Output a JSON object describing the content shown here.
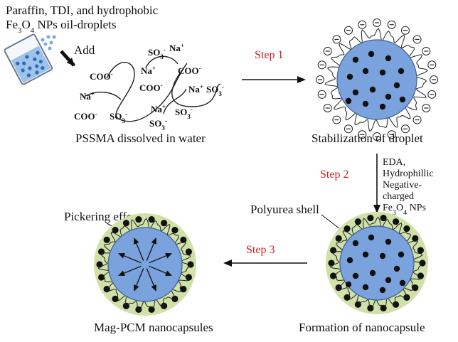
{
  "labels": {
    "top_title_line1": "Paraffin, TDI, and hydrophobic",
    "top_title_line2": "Fe3O4 NPs oil-droplets",
    "add": "Add",
    "pssma": "PSSMA dissolved in water",
    "stabilization": "Stabilization of droplet",
    "formation": "Formation of nanocapsule",
    "magpcm": "Mag-PCM nanocapsules",
    "polyurea": "Polyurea shell",
    "pickering": "Pickering effect"
  },
  "steps": {
    "step1": "Step 1",
    "step2": "Step 2",
    "step3": "Step 3"
  },
  "step2_conditions": [
    "EDA,",
    "Hydrophillic",
    "Negative-",
    "charged",
    "Fe3O4 NPs"
  ],
  "chem_labels": {
    "coo1": "COO-",
    "coo2": "COO-",
    "coo3": "COO-",
    "coo4": "COO-",
    "na1": "Na+",
    "na2": "Na+",
    "na3": "Na+",
    "na4": "Na+",
    "na5": "Na+",
    "so1": "SO3-",
    "so2": "SO3-",
    "so3": "SO3-",
    "so4": "SO3-",
    "so5": "SO3-"
  },
  "colors": {
    "droplet": "#7aa2dc",
    "shell": "#cfe0a8",
    "step_text": "#d21e1e",
    "beaker_liquid": "#9ec3ea"
  }
}
